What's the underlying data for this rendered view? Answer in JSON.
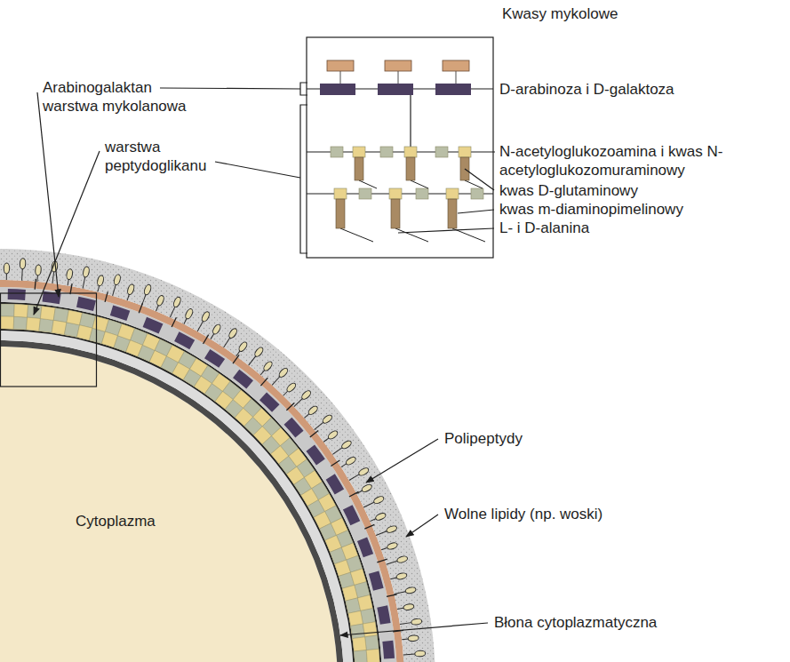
{
  "diagram": {
    "labels": [
      "Kwasy mykolowe",
      "Arabinogalaktan warstwa mykolanowa",
      "D-arabinoza i D-galaktoza",
      "warstwa peptydoglikanu",
      "N-acetyloglukozoamina i kwas N-acetyloglukozomuraminowy",
      "kwas D-glutaminowy",
      "kwas m-diaminopimelinowy",
      "L- i D-alanina",
      "Polipeptydy",
      "Wolne lipidy (np. woski)",
      "Cytoplazma",
      "Błona cytoplazmatyczna"
    ]
  }
}
